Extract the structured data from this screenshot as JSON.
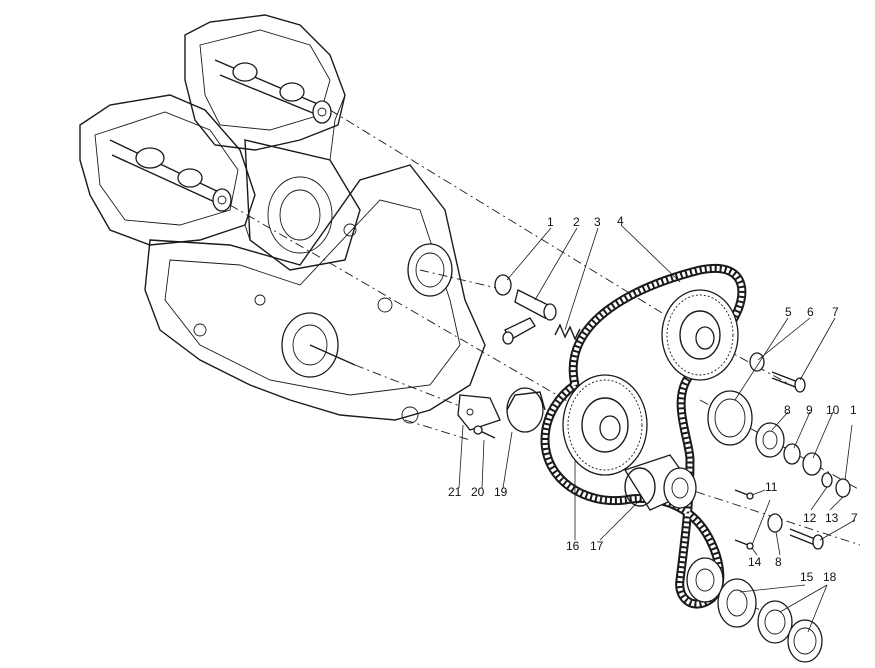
{
  "callouts": [
    {
      "id": "c1",
      "text": "1"
    },
    {
      "id": "c2",
      "text": "2"
    },
    {
      "id": "c3",
      "text": "3"
    },
    {
      "id": "c4",
      "text": "4"
    },
    {
      "id": "c5",
      "text": "5"
    },
    {
      "id": "c6",
      "text": "6"
    },
    {
      "id": "c7a",
      "text": "7"
    },
    {
      "id": "c8a",
      "text": "8"
    },
    {
      "id": "c9",
      "text": "9"
    },
    {
      "id": "c10",
      "text": "10"
    },
    {
      "id": "c1b",
      "text": "1"
    },
    {
      "id": "c11",
      "text": "11"
    },
    {
      "id": "c12",
      "text": "12"
    },
    {
      "id": "c13",
      "text": "13"
    },
    {
      "id": "c7b",
      "text": "7"
    },
    {
      "id": "c8b",
      "text": "8"
    },
    {
      "id": "c14",
      "text": "14"
    },
    {
      "id": "c15",
      "text": "15"
    },
    {
      "id": "c16b",
      "text": "16"
    },
    {
      "id": "c16a",
      "text": "16"
    },
    {
      "id": "c17",
      "text": "17"
    },
    {
      "id": "c18",
      "text": "18"
    },
    {
      "id": "c19",
      "text": "19"
    },
    {
      "id": "c20",
      "text": "20"
    },
    {
      "id": "c21",
      "text": "21"
    }
  ]
}
